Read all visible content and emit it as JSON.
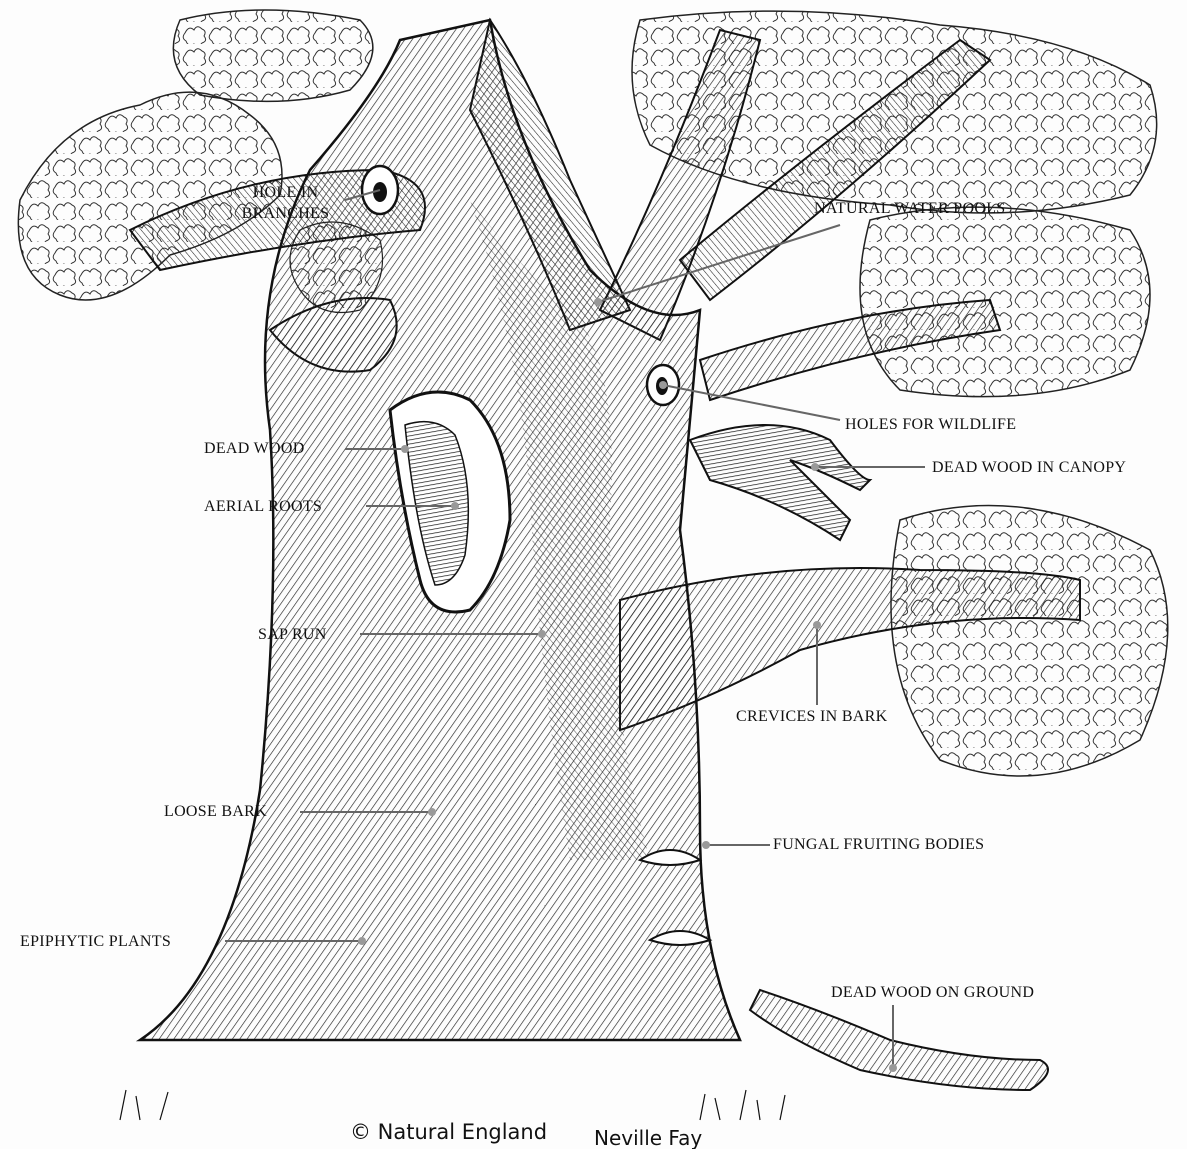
{
  "labels": {
    "hole_in_branches_line1": "HOLE IN",
    "hole_in_branches_line2": "BRANCHES",
    "natural_water_pools": "NATURAL WATER POOLS",
    "holes_for_wildlife": "HOLES FOR WILDLIFE",
    "dead_wood": "DEAD WOOD",
    "dead_wood_in_canopy": "DEAD WOOD IN CANOPY",
    "aerial_roots": "AERIAL ROOTS",
    "sap_run": "SAP RUN",
    "crevices_in_bark": "CREVICES IN BARK",
    "loose_bark": "LOOSE BARK",
    "fungal_fruiting_bodies": "FUNGAL FRUITING BODIES",
    "epiphytic_plants": "EPIPHYTIC PLANTS",
    "dead_wood_on_ground": "DEAD WOOD ON GROUND"
  },
  "credits": {
    "copyright": "© Natural England",
    "artist": "Neville Fay"
  },
  "colors": {
    "ink": "#111111",
    "leader": "#666666",
    "paper": "#fdfdfd"
  }
}
